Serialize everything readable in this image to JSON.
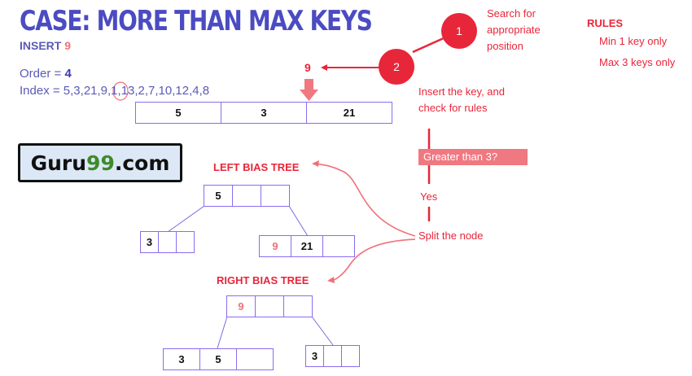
{
  "header": {
    "title": "CASE: MORE THAN MAX KEYS",
    "subtitle_prefix": "INSERT ",
    "subtitle_value": "9",
    "order_label": "Order = ",
    "order_value": "4",
    "index_label": "Index = ",
    "index_values": "5,3,21,9,1,13,2,7,10,12,4,8",
    "highlighted_index": "1"
  },
  "insert_key": "9",
  "main_node": {
    "keys": [
      "5",
      "3",
      "21"
    ]
  },
  "logo": {
    "prefix": "Guru",
    "highlight": "99",
    "suffix": ".com"
  },
  "steps": [
    {
      "number": "1",
      "text_lines": [
        "Search for",
        "appropriate",
        "position"
      ]
    },
    {
      "number": "2",
      "text_lines": [
        "Insert the key, and",
        "check for rules"
      ]
    }
  ],
  "rules": {
    "title": "RULES",
    "items": [
      "Min 1 key only",
      "Max 3 keys only"
    ]
  },
  "flow": {
    "question": "Greater than 3?",
    "answer": "Yes",
    "action": "Split the node"
  },
  "left_bias_tree": {
    "label": "LEFT BIAS TREE",
    "root": [
      "5",
      "",
      ""
    ],
    "left_child": [
      "3",
      "",
      ""
    ],
    "right_child": [
      "9",
      "21",
      ""
    ]
  },
  "right_bias_tree": {
    "label": "RIGHT BIAS TREE",
    "root": [
      "9",
      "",
      ""
    ],
    "left_child": [
      "3",
      "5",
      ""
    ],
    "right_child": [
      "3",
      "",
      ""
    ]
  },
  "colors": {
    "title_blue": "#4b4bc2",
    "accent_red": "#e8263a",
    "accent_pink": "#f07078",
    "node_border": "#8a6cf0"
  }
}
